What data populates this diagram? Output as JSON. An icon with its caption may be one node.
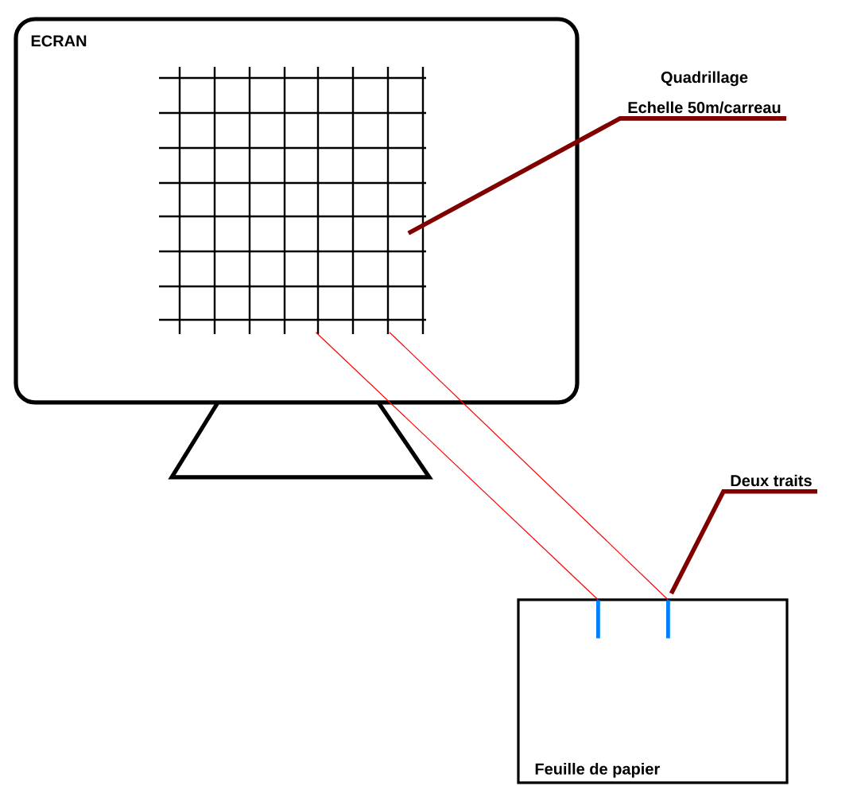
{
  "diagram": {
    "nodes": [
      {
        "text": [
          "ECRAN"
        ]
      },
      {
        "text": [],
        "shape": "grid",
        "in": 0
      },
      {
        "text": [
          "Quadrillage",
          "Echelle 50m/carreau"
        ]
      },
      {
        "text": [
          "Feuille de papier"
        ]
      },
      {
        "text": [],
        "shape": "bar",
        "in": 3
      },
      {
        "text": [],
        "shape": "bar",
        "in": 3
      },
      {
        "text": [
          "Deux traits"
        ]
      }
    ],
    "edges": [
      {
        "from": 2,
        "to": 1,
        "arrow": "none",
        "style": "thick",
        "color": "#800000"
      },
      {
        "from": 1,
        "to": 4,
        "arrow": "none",
        "color": "#ff0000"
      },
      {
        "from": 1,
        "to": 5,
        "arrow": "none",
        "color": "#ff0000"
      },
      {
        "from": 6,
        "to": 5,
        "arrow": "none",
        "style": "thick",
        "color": "#800000"
      }
    ]
  }
}
